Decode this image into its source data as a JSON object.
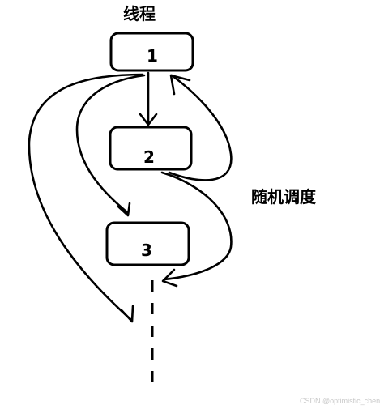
{
  "title": "线程",
  "threads": [
    {
      "label": "1"
    },
    {
      "label": "2"
    },
    {
      "label": "3"
    }
  ],
  "annotation": "随机调度",
  "watermark": "CSDN @optimistic_chen"
}
